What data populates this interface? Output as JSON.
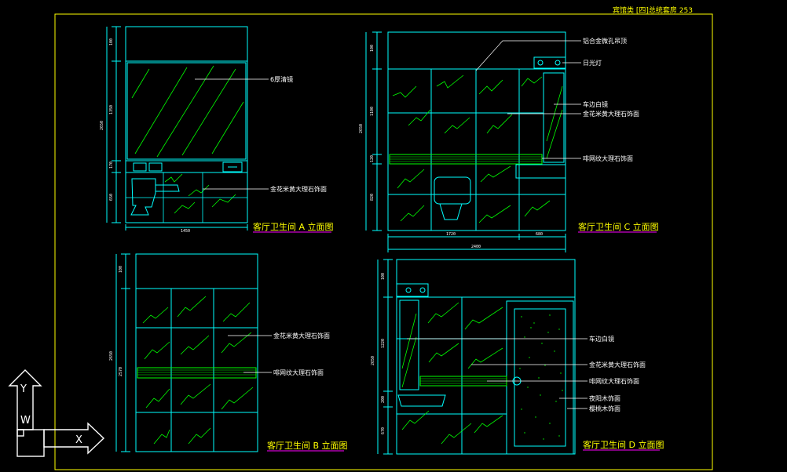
{
  "sheet_title": "宾馆类 [四]总统套房 253",
  "views": [
    {
      "title": "客厅卫生间 A 立面图",
      "labels": [
        "6厚清镜",
        "金花米黄大理石饰面"
      ],
      "dims_v": [
        "100",
        "1350",
        "2650",
        "170",
        "650"
      ],
      "dims_h": [
        "1450"
      ]
    },
    {
      "title": "客厅卫生间 C 立面图",
      "labels": [
        "铝合金微孔吊顶",
        "日光灯",
        "车边白镜",
        "金花米黄大理石饰面",
        "啡网纹大理石饰面"
      ],
      "dims_v": [
        "100",
        "1100",
        "2650",
        "120",
        "820"
      ],
      "dims_h": [
        "1720",
        "680",
        "2400"
      ]
    },
    {
      "title": "客厅卫生间 B 立面图",
      "labels": [
        "金花米黄大理石饰面",
        "啡网纹大理石饰面"
      ],
      "dims_v": [
        "100",
        "2650",
        "2570"
      ]
    },
    {
      "title": "客厅卫生间 D 立面图",
      "labels": [
        "车边白镜",
        "金花米黄大理石饰面",
        "啡网纹大理石饰面",
        "夜阳木饰面",
        "樱桃木饰面"
      ],
      "dims_v": [
        "100",
        "2650",
        "1220",
        "200",
        "670"
      ]
    }
  ],
  "ucs": {
    "y": "Y",
    "w": "W",
    "x": "X"
  },
  "colors": {
    "bg": "#000000",
    "frame": "#ffff00",
    "line": "#00ffff",
    "marble": "#00ff00",
    "title": "#ff00ff"
  }
}
